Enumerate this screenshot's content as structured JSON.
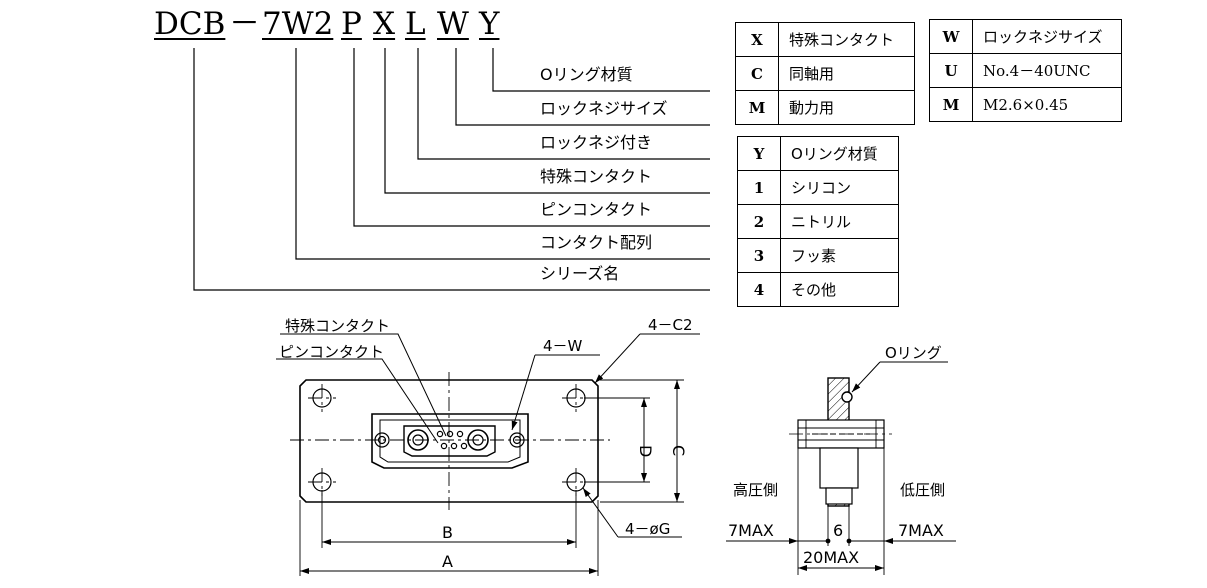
{
  "code": {
    "prefix": "DCB",
    "sep": "－",
    "arrangement": "7W2",
    "p": "P",
    "x": "X",
    "l": "L",
    "w": "W",
    "y": "Y"
  },
  "legend": [
    "Oリング材質",
    "ロックネジサイズ",
    "ロックネジ付き",
    "特殊コンタクト",
    "ピンコンタクト",
    "コンタクト配列",
    "シリーズ名"
  ],
  "table_x": {
    "header": {
      "key": "X",
      "label": "特殊コンタクト"
    },
    "rows": [
      {
        "key": "C",
        "label": "同軸用"
      },
      {
        "key": "M",
        "label": "動力用"
      }
    ]
  },
  "table_w": {
    "header": {
      "key": "W",
      "label": "ロックネジサイズ"
    },
    "rows": [
      {
        "key": "U",
        "label": "No.4－40UNC"
      },
      {
        "key": "M",
        "label": "M2.6×0.45"
      }
    ]
  },
  "table_y": {
    "header": {
      "key": "Y",
      "label": "Oリング材質"
    },
    "rows": [
      {
        "key": "1",
        "label": "シリコン"
      },
      {
        "key": "2",
        "label": "ニトリル"
      },
      {
        "key": "3",
        "label": "フッ素"
      },
      {
        "key": "4",
        "label": "その他"
      }
    ]
  },
  "drawing": {
    "special_contact": "特殊コンタクト",
    "pin_contact": "ピンコンタクト",
    "chamfer": "4－C2",
    "lock_screw": "4－W",
    "dim_d": "D",
    "dim_c": "C",
    "dim_b": "B",
    "dim_a": "A",
    "holes": "4－øG",
    "o_ring": "Oリング",
    "high_pressure": "高圧側",
    "low_pressure": "低圧側",
    "max_left": "7MAX",
    "max_right": "7MAX",
    "thickness": "6",
    "total": "20MAX"
  }
}
